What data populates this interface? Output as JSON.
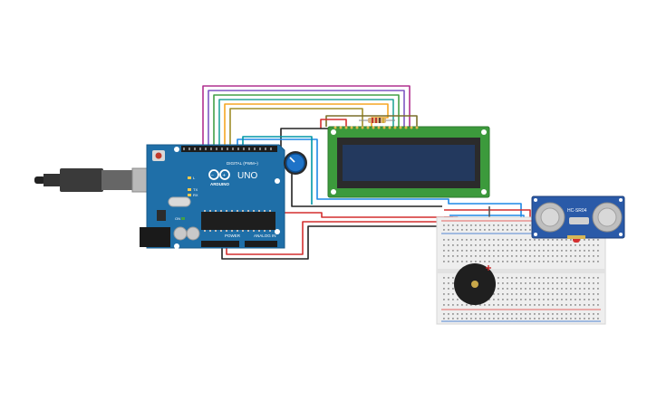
{
  "colors": {
    "background": "#ffffff",
    "arduino_board": "#1f6fa8",
    "arduino_board_edge": "#175a8a",
    "lcd_pcb": "#3c9a3c",
    "lcd_screen": "#23395e",
    "sensor_pcb": "#2a5aa8",
    "breadboard": "#eeeeee",
    "breadboard_rail_red": "#e53935",
    "breadboard_rail_blue": "#1e64c8",
    "wire_magenta": "#b0308f",
    "wire_purple": "#7e57c2",
    "wire_green": "#43a047",
    "wire_teal": "#009688",
    "wire_orange": "#f5a623",
    "wire_olive": "#8d8d2a",
    "wire_black": "#222222",
    "wire_red": "#d32f2f",
    "wire_cyan": "#1e88e5",
    "wire_gray": "#555555",
    "potentiometer": "#1e73c8",
    "buzzer": "#222222",
    "resistor": "#d9b07a"
  },
  "components": {
    "arduino": {
      "logo_text": "ARDUINO",
      "model_text": "UNO",
      "digital_label": "DIGITAL (PWM~)",
      "power_label": "POWER",
      "analog_label": "ANALOG IN",
      "tx_label": "TX",
      "rx_label": "RX",
      "l_label": "L",
      "on_label": "ON",
      "icon": "usb-plug-icon"
    },
    "lcd": {
      "icon": "lcd-16x2-icon"
    },
    "sensor": {
      "label": "HC-SR04"
    },
    "potentiometer": {
      "icon": "knob-icon"
    },
    "buzzer": {
      "icon": "piezo-icon"
    },
    "resistor": {
      "icon": "resistor-icon"
    },
    "led": {
      "icon": "led-icon",
      "color": "#d32f2f"
    }
  }
}
